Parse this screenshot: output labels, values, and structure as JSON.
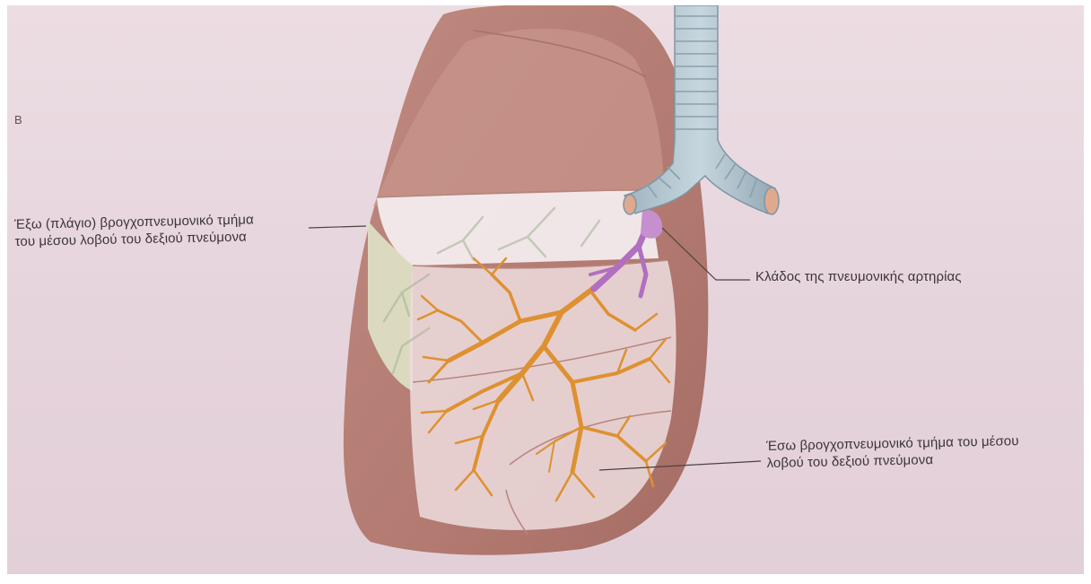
{
  "figure": {
    "panel_letter": "B"
  },
  "labels": {
    "lateral_segment": {
      "line1": "Έξω (πλάγιο) βρογχοπνευμονικό τμήμα",
      "line2": "του μέσου λοβού του δεξιού πνεύμονα"
    },
    "artery_branch": {
      "text": "Κλάδος της πνευμονικής αρτηρίας"
    },
    "medial_segment": {
      "line1": "Έσω βρογχοπνευμονικό τμήμα του μέσου",
      "line2": "λοβού του δεξιού πνεύμονα"
    }
  },
  "colors": {
    "page": "#e8d8df",
    "lung_tissue": "#b57f74",
    "upper_lobe_fill": "#c9958a",
    "middle_lobe_highlight": "#eedde0",
    "lateral_segment_tint": "#dfe3c6",
    "bronchial_tree": "#e0922c",
    "pulmonary_artery": "#b06fc0",
    "trachea": "#a9bfcb",
    "leader_line": "#4a4245"
  }
}
